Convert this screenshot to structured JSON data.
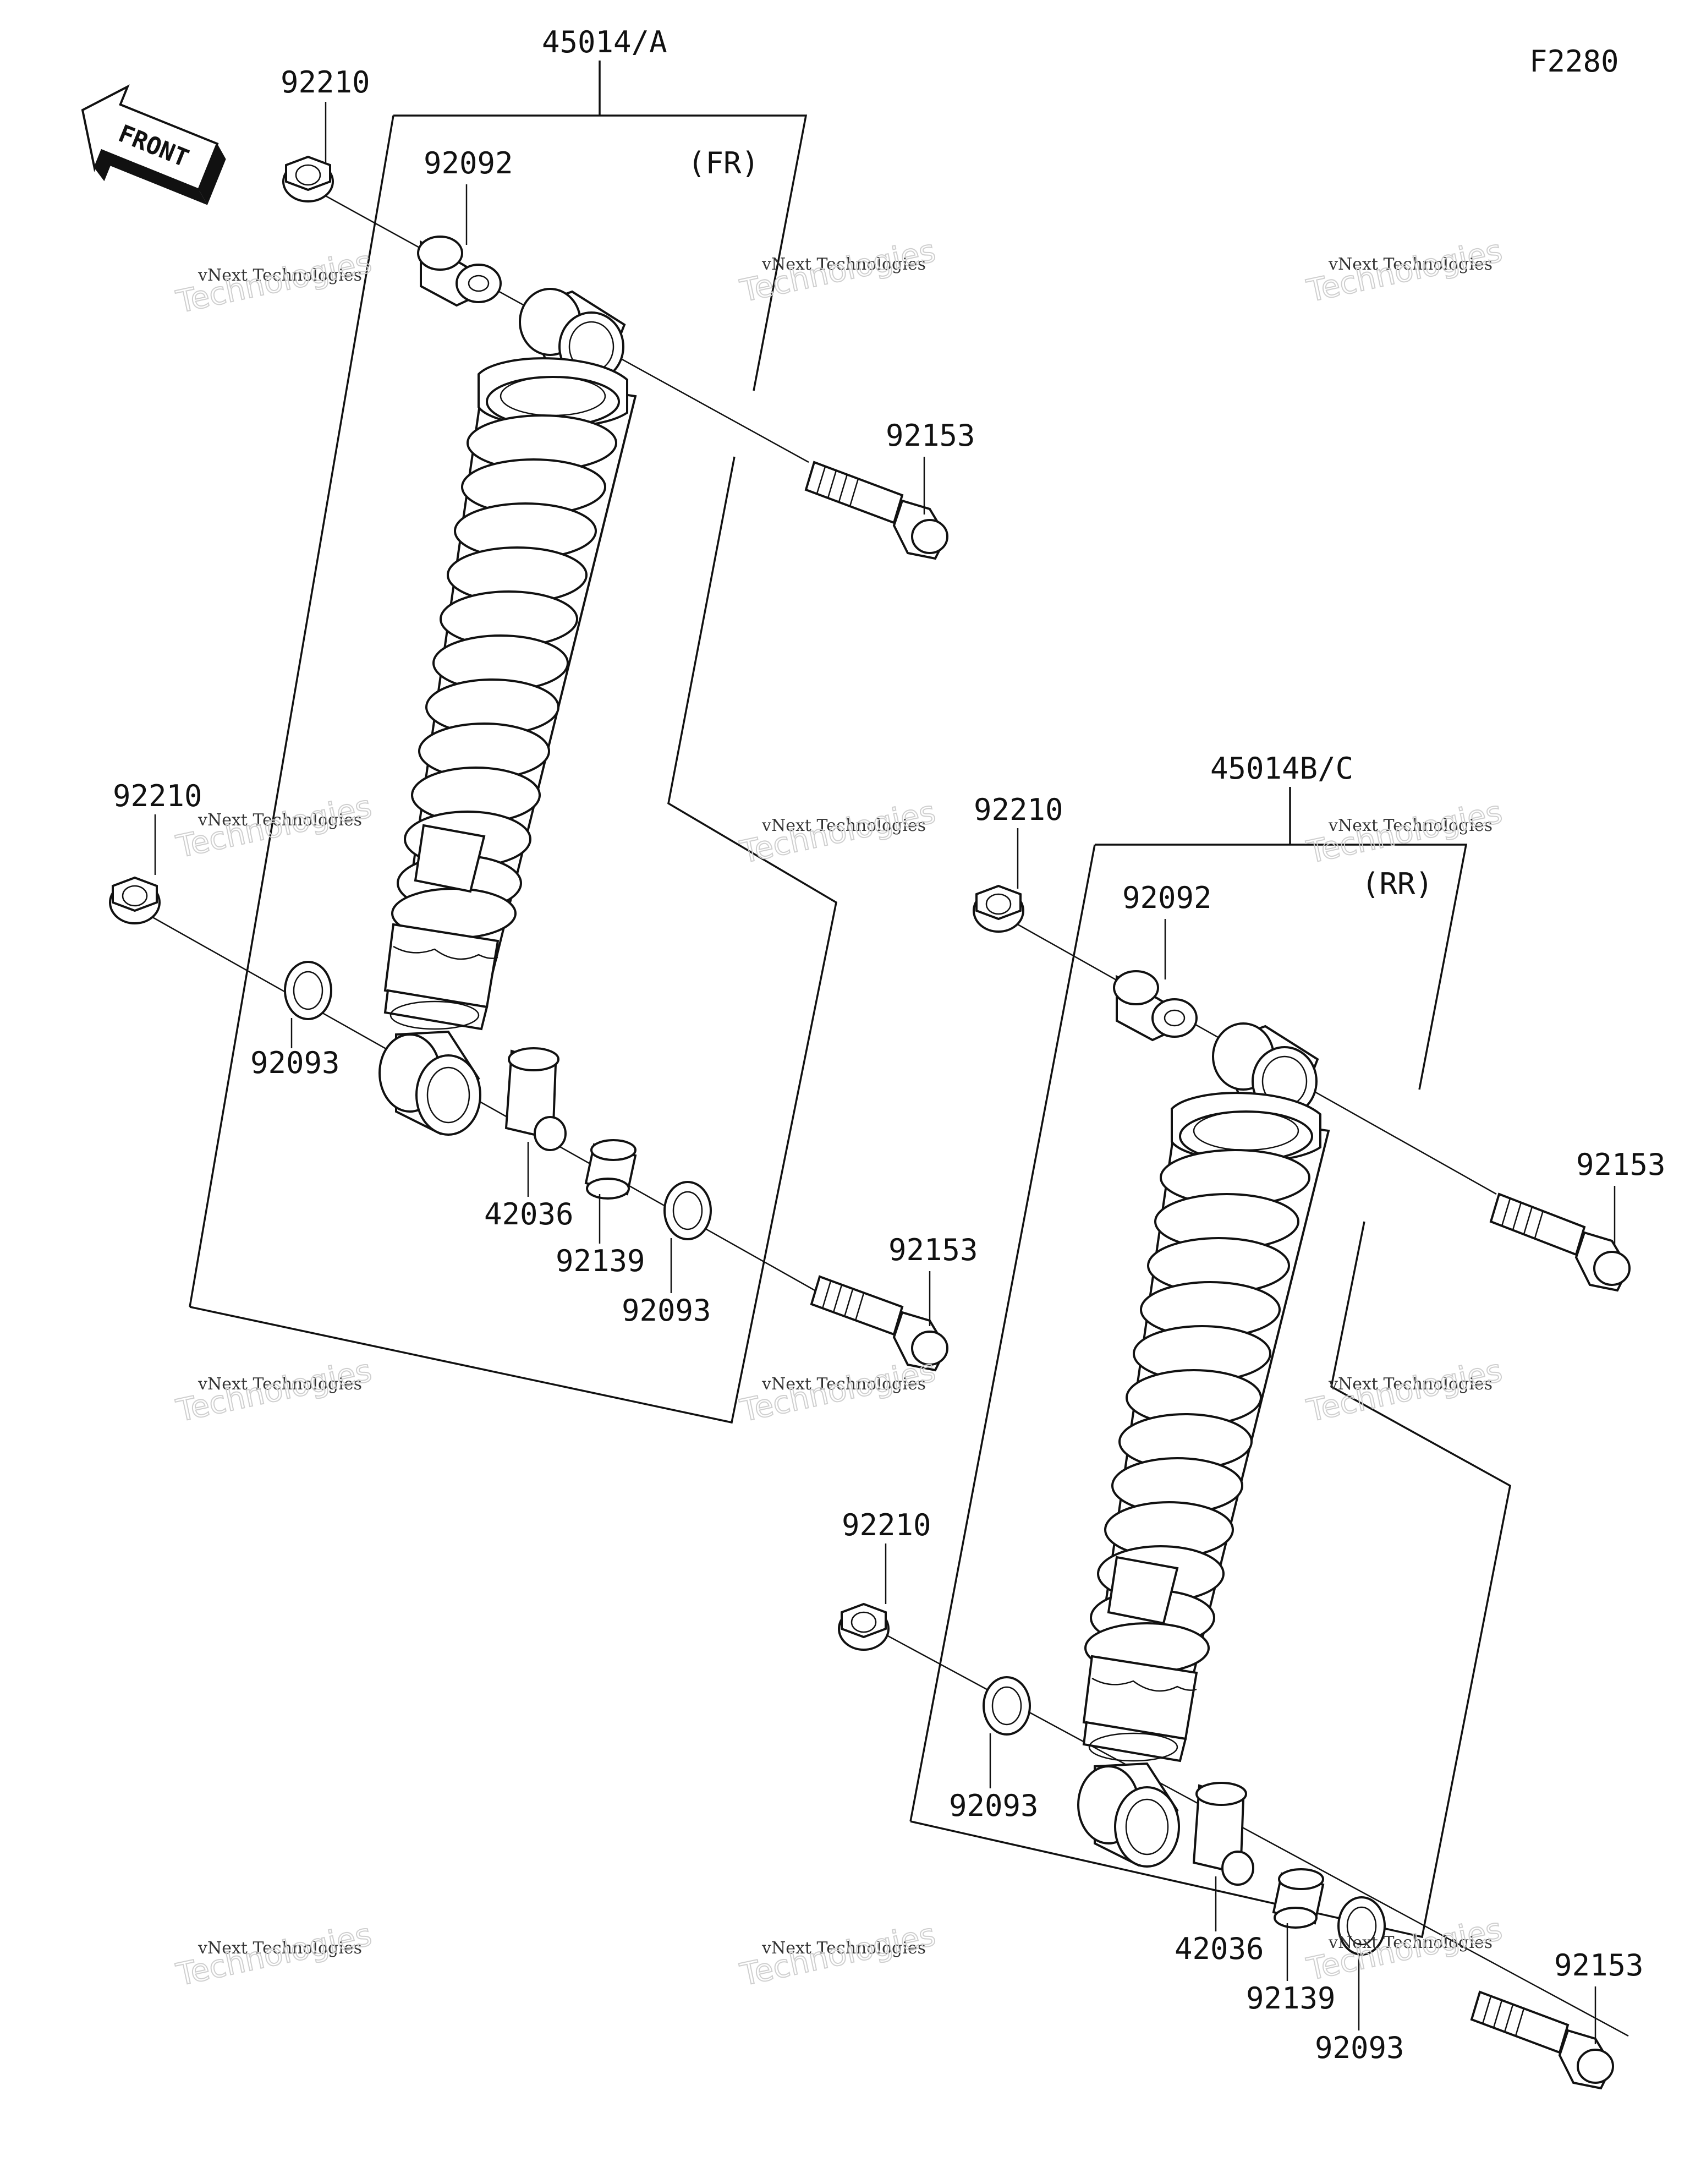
{
  "figure_code": "F2280",
  "front_label": "FRONT",
  "front_assembly": {
    "assembly_number": "45014/A",
    "position_label": "(FR)",
    "labels": {
      "flange_nut_top": "92210",
      "collar_top": "92092",
      "bolt_top": "92153",
      "flange_nut_bottom": "92210",
      "seal_left": "92093",
      "spacer": "42036",
      "bushing": "92139",
      "seal_right": "92093",
      "bolt_bottom": "92153"
    }
  },
  "rear_assembly": {
    "assembly_number": "45014B/C",
    "position_label": "(RR)",
    "labels": {
      "flange_nut_top": "92210",
      "collar_top": "92092",
      "bolt_top": "92153",
      "flange_nut_bottom": "92210",
      "seal_left": "92093",
      "spacer": "42036",
      "bushing": "92139",
      "seal_right": "92093",
      "bolt_bottom": "92153"
    }
  },
  "watermark": {
    "line1": "vNext Technologies",
    "line2": "Technologies",
    "line3": "vNext"
  }
}
